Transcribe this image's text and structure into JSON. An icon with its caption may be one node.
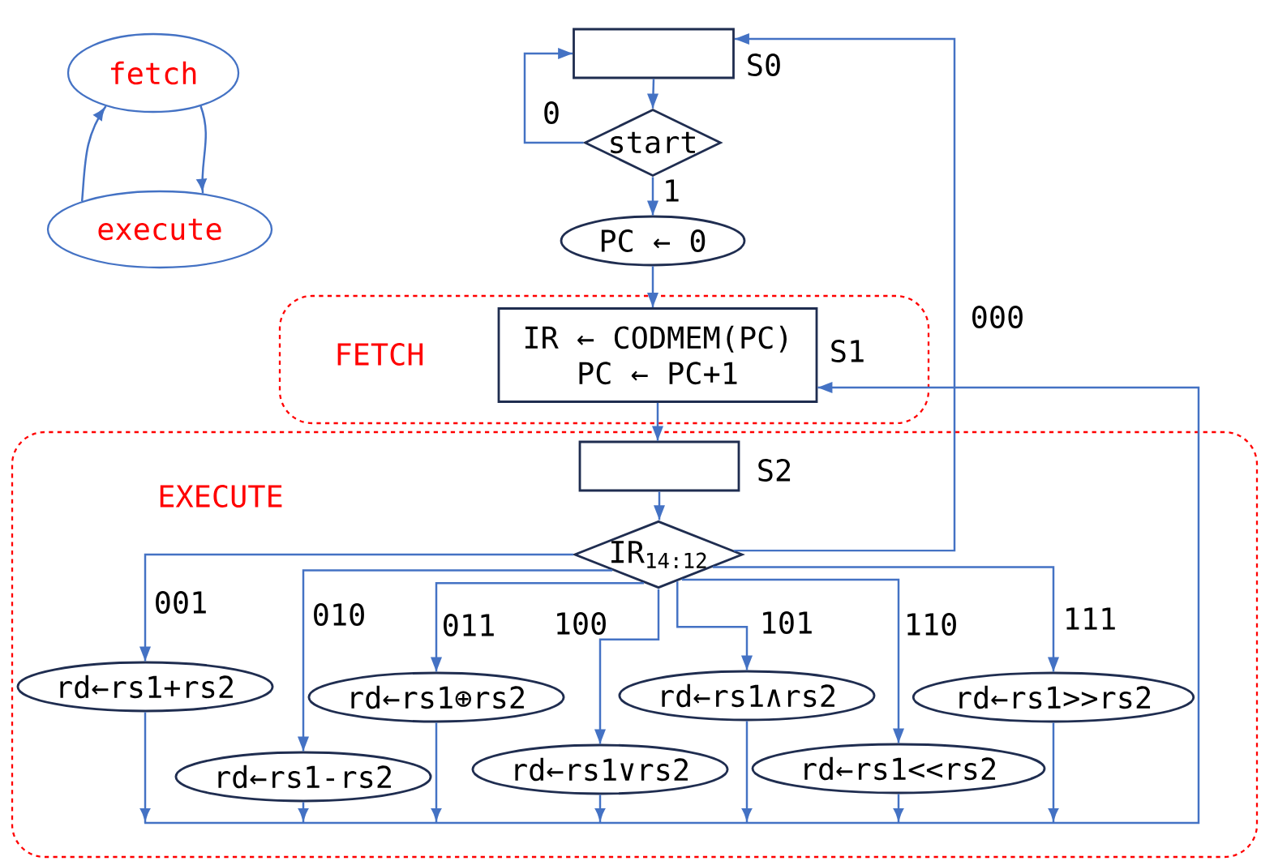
{
  "diagram": {
    "nodes": [
      {
        "text": [
          "fetch"
        ]
      },
      {
        "text": [
          "execute"
        ]
      },
      {
        "text": [
          "FETCH"
        ]
      },
      {
        "text": [
          "EXECUTE"
        ]
      },
      {
        "text": [],
        "shape": "box",
        "beside": [
          "S0"
        ]
      },
      {
        "text": [
          "start"
        ]
      },
      {
        "text": [
          "PC ← 0"
        ]
      },
      {
        "text": [
          "IR ← CODMEM(PC)",
          "PC ← PC+1"
        ],
        "in": 2,
        "beside": [
          "S1"
        ]
      },
      {
        "text": [],
        "shape": "box",
        "beside": [
          "S2"
        ],
        "in": 3
      },
      {
        "text": [
          "IR$_{14:12}$"
        ],
        "in": 3
      },
      {
        "text": [
          "rd←rs1+rs2"
        ],
        "in": 3
      },
      {
        "text": [
          "rd←rs1-rs2"
        ],
        "in": 3
      },
      {
        "text": [
          "rd←rs1⊕rs2"
        ],
        "in": 3
      },
      {
        "text": [
          "rd←rs1∨rs2"
        ],
        "in": 3
      },
      {
        "text": [
          "rd←rs1∧rs2"
        ],
        "in": 3
      },
      {
        "text": [
          "rd←rs1<<rs2"
        ],
        "in": 3
      },
      {
        "text": [
          "rd←rs1>>rs2"
        ],
        "in": 3
      }
    ],
    "edges": [
      {
        "from": 0,
        "to": 1,
        "arrow": "to"
      },
      {
        "from": 1,
        "to": 0,
        "arrow": "to"
      },
      {
        "from": 4,
        "to": 5,
        "arrow": "to"
      },
      {
        "from": 5,
        "to": 4,
        "arrow": "to",
        "label": "0"
      },
      {
        "from": 5,
        "to": 6,
        "arrow": "to",
        "label": "1"
      },
      {
        "from": 6,
        "to": 7,
        "arrow": "to"
      },
      {
        "from": 7,
        "to": 8,
        "arrow": "to"
      },
      {
        "from": 8,
        "to": 9,
        "arrow": "to"
      },
      {
        "from": 9,
        "to": 4,
        "arrow": "to",
        "label": "000"
      },
      {
        "from": 9,
        "to": 10,
        "arrow": "to",
        "label": "001"
      },
      {
        "from": 9,
        "to": 11,
        "arrow": "to",
        "label": "010"
      },
      {
        "from": 9,
        "to": 12,
        "arrow": "to",
        "label": "011"
      },
      {
        "from": 9,
        "to": 13,
        "arrow": "to",
        "label": "100"
      },
      {
        "from": 9,
        "to": 14,
        "arrow": "to",
        "label": "101"
      },
      {
        "from": 9,
        "to": 15,
        "arrow": "to",
        "label": "110"
      },
      {
        "from": 9,
        "to": 16,
        "arrow": "to",
        "label": "111"
      },
      {
        "from": 10,
        "to": 7,
        "arrow": "to"
      },
      {
        "from": 11,
        "to": 7,
        "arrow": "to"
      },
      {
        "from": 12,
        "to": 7,
        "arrow": "to"
      },
      {
        "from": 13,
        "to": 7,
        "arrow": "to"
      },
      {
        "from": 14,
        "to": 7,
        "arrow": "to"
      },
      {
        "from": 15,
        "to": 7,
        "arrow": "to"
      },
      {
        "from": 16,
        "to": 7,
        "arrow": "to"
      }
    ]
  }
}
